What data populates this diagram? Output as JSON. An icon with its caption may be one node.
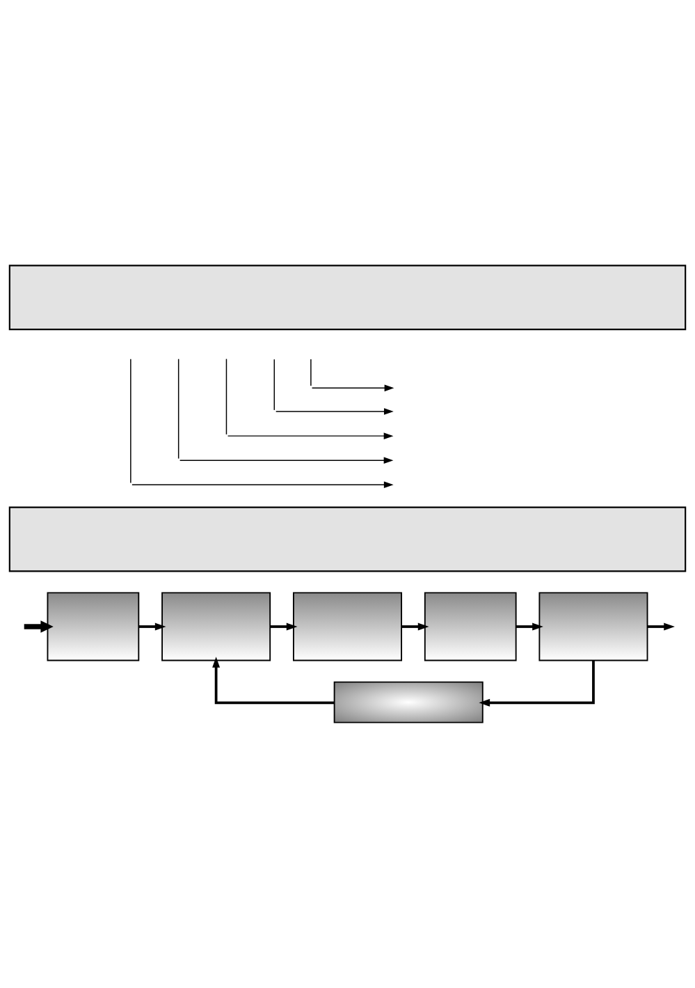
{
  "diagram": {
    "nodes": [
      {
        "text": [],
        "shape": "box"
      },
      {
        "text": [],
        "shape": "box"
      },
      {
        "text": [],
        "shape": "box"
      },
      {
        "text": [],
        "shape": "box"
      },
      {
        "text": [],
        "shape": "box"
      },
      {
        "text": [],
        "shape": "box"
      },
      {
        "text": [],
        "shape": "box"
      },
      {
        "text": [],
        "shape": "box"
      }
    ],
    "edges": [
      {
        "from": null,
        "to": 2,
        "arrow": "to",
        "style": "thick"
      },
      {
        "from": 2,
        "to": 3,
        "arrow": "to"
      },
      {
        "from": 3,
        "to": 4,
        "arrow": "to"
      },
      {
        "from": 4,
        "to": 5,
        "arrow": "to"
      },
      {
        "from": 5,
        "to": 6,
        "arrow": "to"
      },
      {
        "from": 6,
        "to": null,
        "arrow": "to"
      },
      {
        "from": 6,
        "to": 7,
        "arrow": "to"
      },
      {
        "from": 7,
        "to": 3,
        "arrow": "to"
      }
    ]
  }
}
